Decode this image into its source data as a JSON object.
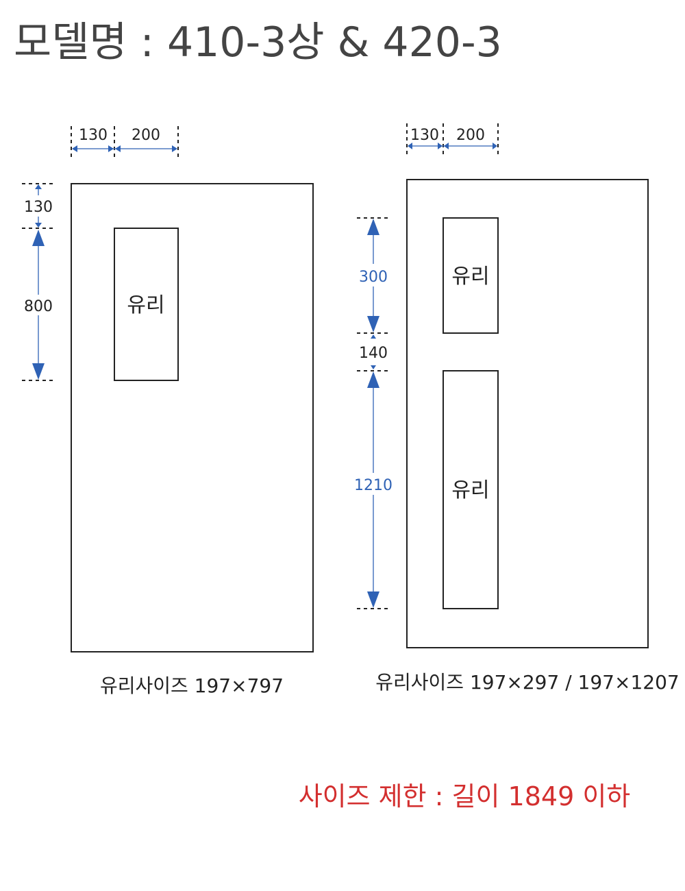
{
  "title": "모델명 : 410-3상 & 420-3",
  "left": {
    "top_dims": [
      "130",
      "200"
    ],
    "side_dims": [
      "130",
      "800"
    ],
    "glass_label": "유리",
    "caption": "유리사이즈 197×797"
  },
  "right": {
    "top_dims": [
      "130",
      "200"
    ],
    "side_dims": [
      "300",
      "140",
      "1210"
    ],
    "glass_labels": [
      "유리",
      "유리"
    ],
    "caption": "유리사이즈 197×297 / 197×1207"
  },
  "note": "사이즈 제한 : 길이 1849 이하",
  "colors": {
    "dimension": "#2f62b5",
    "note": "#d32f2f",
    "title": "#444444"
  }
}
